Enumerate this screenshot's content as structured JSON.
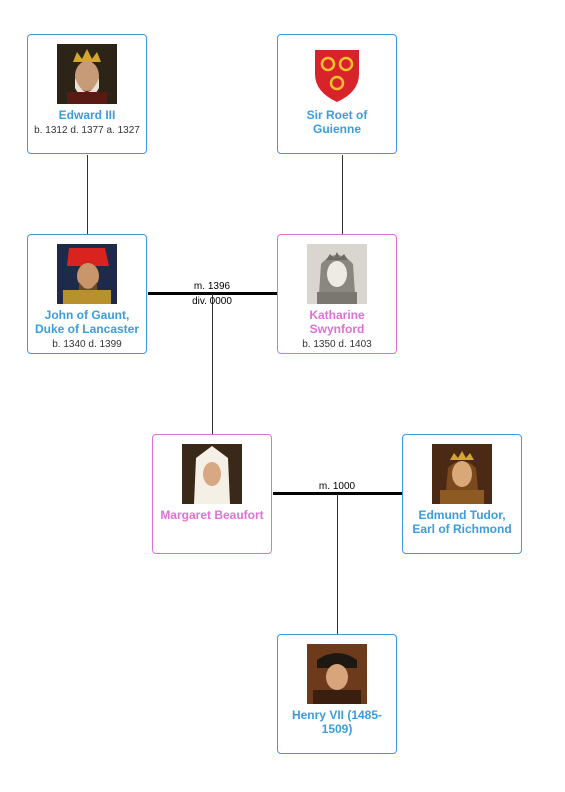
{
  "people": {
    "edward": {
      "name": "Edward III",
      "dates": "b. 1312 d. 1377 a. 1327",
      "portrait_icon": "king-portrait-icon"
    },
    "roet": {
      "name": "Sir Roet of Guienne",
      "dates": "",
      "portrait_icon": "coat-of-arms-icon"
    },
    "john": {
      "name": "John of Gaunt, Duke of Lancaster",
      "dates": "b. 1340 d. 1399",
      "portrait_icon": "nobleman-portrait-icon"
    },
    "katharine": {
      "name": "Katharine Swynford",
      "dates": "b. 1350 d. 1403",
      "portrait_icon": "lady-portrait-icon"
    },
    "margaret": {
      "name": "Margaret Beaufort",
      "dates": "",
      "portrait_icon": "lady-portrait-icon"
    },
    "edmund": {
      "name": "Edmund Tudor, Earl of Richmond",
      "dates": "",
      "portrait_icon": "crowned-portrait-icon"
    },
    "henry": {
      "name": "Henry VII (1485-1509)",
      "dates": "",
      "portrait_icon": "king-portrait-icon"
    }
  },
  "relations": {
    "john_katharine": {
      "married": "m. 1396",
      "divorced": "div. 0000"
    },
    "margaret_edmund": {
      "married": "m. 1000"
    }
  },
  "colors": {
    "male": "#3b9ddd",
    "female": "#e070d6"
  }
}
